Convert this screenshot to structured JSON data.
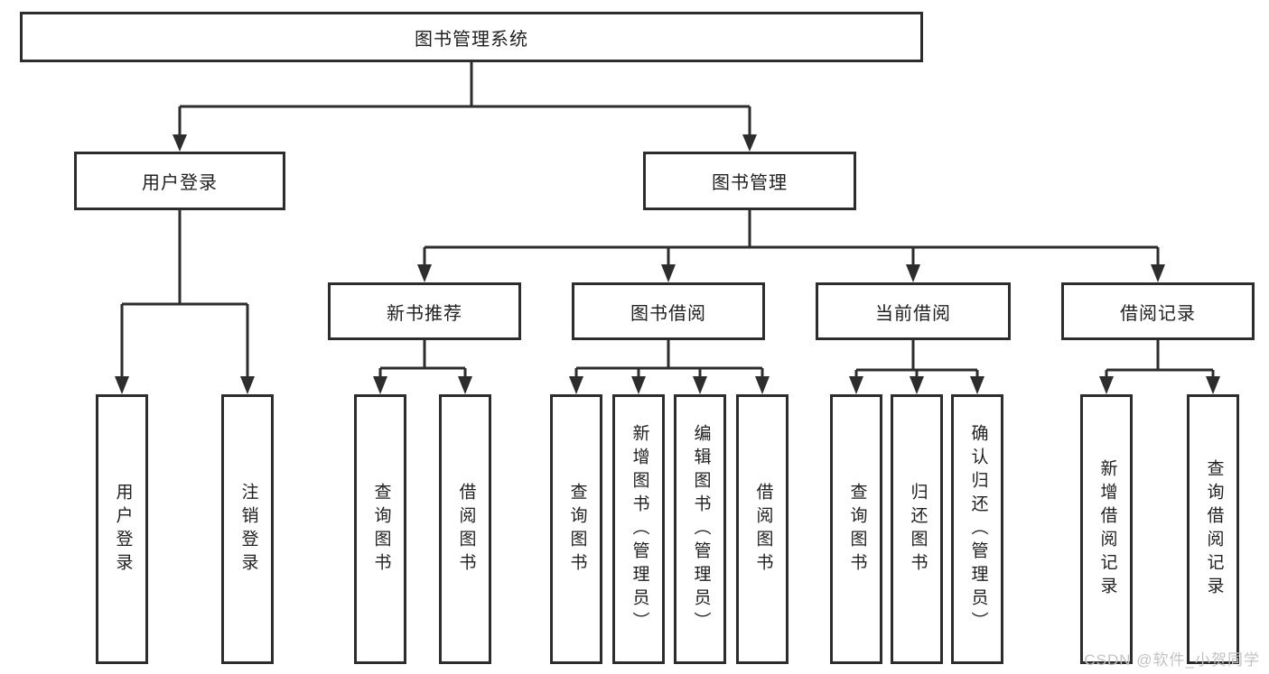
{
  "diagram_title": "图书管理系统",
  "nodes": {
    "root": "图书管理系统",
    "user_login_group": "用户登录",
    "book_management": "图书管理",
    "new_book_recommend": "新书推荐",
    "book_borrowing": "图书借阅",
    "current_borrowing": "当前借阅",
    "borrowing_records": "借阅记录"
  },
  "leaves": {
    "user_login": "用户登录",
    "logout": "注销登录",
    "recommend_query_book": "查询图书",
    "recommend_borrow_book": "借阅图书",
    "borrowing_query_book": "查询图书",
    "borrowing_add_book_admin": "新增图书（管理员）",
    "borrowing_edit_book_admin": "编辑图书（管理员）",
    "borrowing_borrow_book": "借阅图书",
    "current_query_book": "查询图书",
    "current_return_book": "归还图书",
    "current_confirm_return_admin": "确认归还（管理员）",
    "records_add_record": "新增借阅记录",
    "records_query_record": "查询借阅记录"
  },
  "watermark": "CSDN @软件_小贺同学",
  "colors": {
    "line": "#2d2d2d",
    "text": "#1f1f1f",
    "watermark": "#c3c3c3",
    "background": "#ffffff"
  }
}
